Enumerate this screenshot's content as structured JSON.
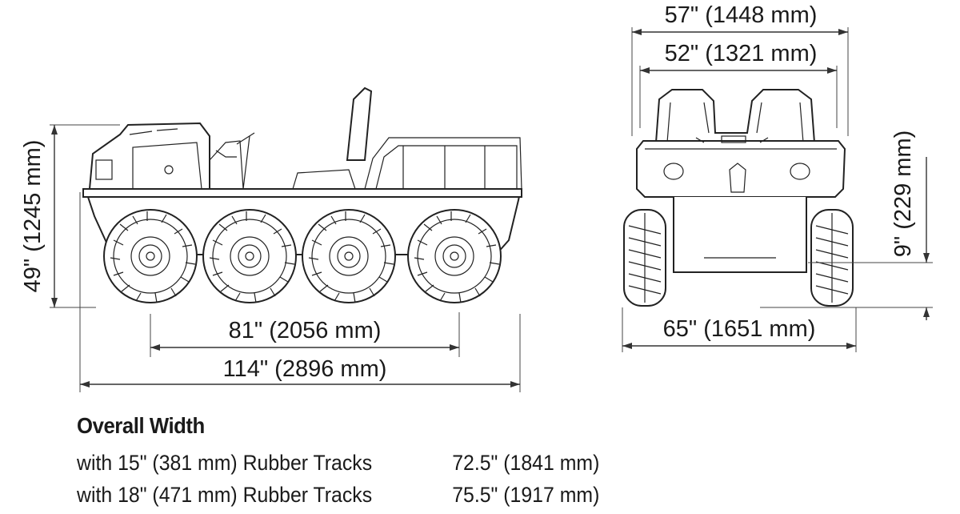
{
  "side_view": {
    "height_label": "49\" (1245 mm)",
    "wheelbase_label": "81\" (2056 mm)",
    "length_label": "114\" (2896 mm)"
  },
  "front_view": {
    "outer_width_label": "57\" (1448 mm)",
    "inner_width_label": "52\" (1321 mm)",
    "track_width_label": "65\" (1651 mm)",
    "ground_clearance_label": "9\" (229 mm)"
  },
  "overall_width": {
    "title": "Overall Width",
    "rows": [
      {
        "label": "with 15\" (381 mm) Rubber Tracks",
        "value": "72.5\" (1841 mm)"
      },
      {
        "label": "with 18\" (471 mm) Rubber Tracks",
        "value": "75.5\" (1917 mm)"
      }
    ]
  },
  "colors": {
    "line": "#222222",
    "background": "#ffffff"
  }
}
